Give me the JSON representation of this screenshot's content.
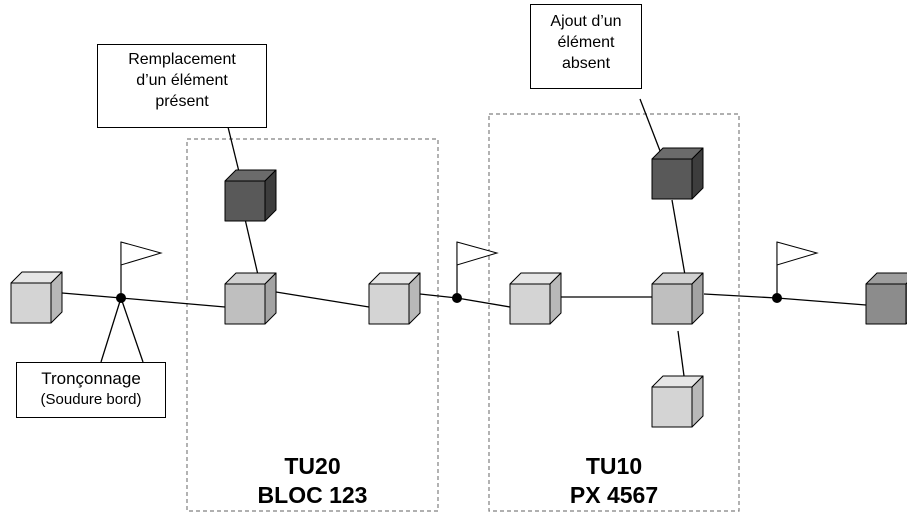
{
  "callouts": {
    "replacement": {
      "line1": "Remplacement",
      "line2": "d’un élément",
      "line3": "présent"
    },
    "addition": {
      "line1": "Ajout d’un",
      "line2": "élément",
      "line3": "absent"
    },
    "cutting": {
      "line1": "Tronçonnage",
      "line2": "(Soudure bord)"
    }
  },
  "groups": [
    {
      "code": "TU20",
      "name": "BLOC 123"
    },
    {
      "code": "TU10",
      "name": "PX 4567"
    }
  ],
  "colors": {
    "cube_light": "#d4d4d4",
    "cube_medium": "#bfbfbf",
    "cube_dark": "#595959",
    "cube_edge_dark": "#8c8c8c",
    "line": "#000000",
    "dashed_border": "#808080"
  },
  "icons": {
    "junction": "junction-dot-icon",
    "flag": "flag-icon",
    "cube": "cube-icon"
  }
}
